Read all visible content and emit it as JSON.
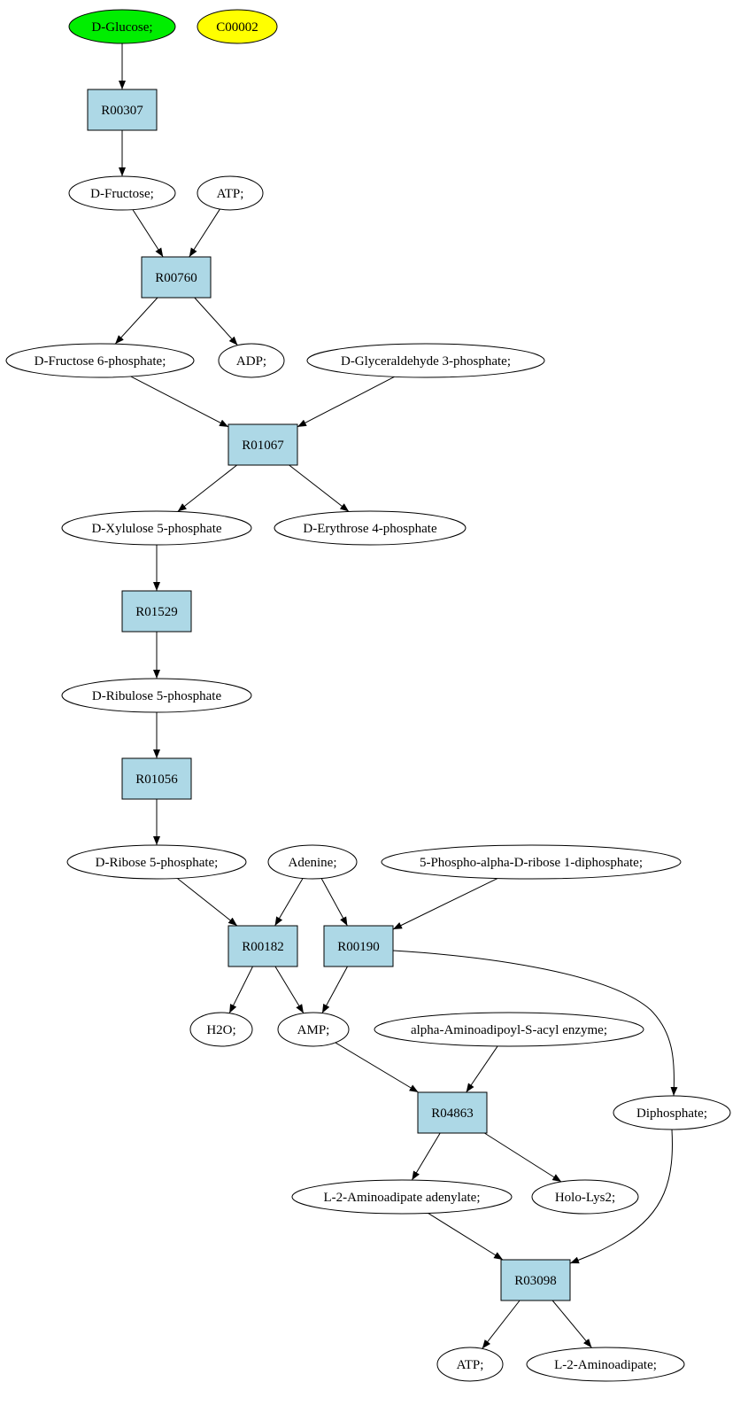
{
  "colors": {
    "start": "#00ee00",
    "target": "#ffff00",
    "reaction": "#add8e6",
    "compound": "#ffffff"
  },
  "nodes": [
    {
      "id": "glucose",
      "label": "D-Glucose;",
      "kind": "compound",
      "fill": "start"
    },
    {
      "id": "c00002",
      "label": "C00002",
      "kind": "compound",
      "fill": "target"
    },
    {
      "id": "r00307",
      "label": "R00307",
      "kind": "reaction"
    },
    {
      "id": "fructose",
      "label": "D-Fructose;",
      "kind": "compound"
    },
    {
      "id": "atp1",
      "label": "ATP;",
      "kind": "compound"
    },
    {
      "id": "r00760",
      "label": "R00760",
      "kind": "reaction"
    },
    {
      "id": "f6p",
      "label": "D-Fructose 6-phosphate;",
      "kind": "compound"
    },
    {
      "id": "adp",
      "label": "ADP;",
      "kind": "compound"
    },
    {
      "id": "g3p",
      "label": "D-Glyceraldehyde 3-phosphate;",
      "kind": "compound"
    },
    {
      "id": "r01067",
      "label": "R01067",
      "kind": "reaction"
    },
    {
      "id": "xu5p",
      "label": "D-Xylulose 5-phosphate",
      "kind": "compound"
    },
    {
      "id": "e4p",
      "label": "D-Erythrose 4-phosphate",
      "kind": "compound"
    },
    {
      "id": "r01529",
      "label": "R01529",
      "kind": "reaction"
    },
    {
      "id": "ru5p",
      "label": "D-Ribulose 5-phosphate",
      "kind": "compound"
    },
    {
      "id": "r01056",
      "label": "R01056",
      "kind": "reaction"
    },
    {
      "id": "r5p",
      "label": "D-Ribose 5-phosphate;",
      "kind": "compound"
    },
    {
      "id": "adenine",
      "label": "Adenine;",
      "kind": "compound"
    },
    {
      "id": "prpp",
      "label": "5-Phospho-alpha-D-ribose 1-diphosphate;",
      "kind": "compound"
    },
    {
      "id": "r00182",
      "label": "R00182",
      "kind": "reaction"
    },
    {
      "id": "r00190",
      "label": "R00190",
      "kind": "reaction"
    },
    {
      "id": "h2o",
      "label": "H2O;",
      "kind": "compound"
    },
    {
      "id": "amp",
      "label": "AMP;",
      "kind": "compound"
    },
    {
      "id": "aasacyl",
      "label": "alpha-Aminoadipoyl-S-acyl enzyme;",
      "kind": "compound"
    },
    {
      "id": "r04863",
      "label": "R04863",
      "kind": "reaction"
    },
    {
      "id": "diphosphate",
      "label": "Diphosphate;",
      "kind": "compound"
    },
    {
      "id": "l2aa_aden",
      "label": "L-2-Aminoadipate adenylate;",
      "kind": "compound"
    },
    {
      "id": "hololys2",
      "label": "Holo-Lys2;",
      "kind": "compound"
    },
    {
      "id": "r03098",
      "label": "R03098",
      "kind": "reaction"
    },
    {
      "id": "atp2",
      "label": "ATP;",
      "kind": "compound"
    },
    {
      "id": "l2aa",
      "label": "L-2-Aminoadipate;",
      "kind": "compound"
    }
  ],
  "edges": [
    {
      "from": "glucose",
      "to": "r00307"
    },
    {
      "from": "r00307",
      "to": "fructose"
    },
    {
      "from": "fructose",
      "to": "r00760"
    },
    {
      "from": "atp1",
      "to": "r00760"
    },
    {
      "from": "r00760",
      "to": "f6p"
    },
    {
      "from": "r00760",
      "to": "adp"
    },
    {
      "from": "f6p",
      "to": "r01067"
    },
    {
      "from": "g3p",
      "to": "r01067"
    },
    {
      "from": "r01067",
      "to": "xu5p"
    },
    {
      "from": "r01067",
      "to": "e4p"
    },
    {
      "from": "xu5p",
      "to": "r01529"
    },
    {
      "from": "r01529",
      "to": "ru5p"
    },
    {
      "from": "ru5p",
      "to": "r01056"
    },
    {
      "from": "r01056",
      "to": "r5p"
    },
    {
      "from": "r5p",
      "to": "r00182"
    },
    {
      "from": "adenine",
      "to": "r00182"
    },
    {
      "from": "adenine",
      "to": "r00190"
    },
    {
      "from": "prpp",
      "to": "r00190"
    },
    {
      "from": "r00182",
      "to": "h2o"
    },
    {
      "from": "r00182",
      "to": "amp"
    },
    {
      "from": "r00190",
      "to": "amp"
    },
    {
      "from": "r00190",
      "to": "diphosphate"
    },
    {
      "from": "amp",
      "to": "r04863"
    },
    {
      "from": "aasacyl",
      "to": "r04863"
    },
    {
      "from": "r04863",
      "to": "l2aa_aden"
    },
    {
      "from": "r04863",
      "to": "hololys2"
    },
    {
      "from": "l2aa_aden",
      "to": "r03098"
    },
    {
      "from": "diphosphate",
      "to": "r03098"
    },
    {
      "from": "r03098",
      "to": "atp2"
    },
    {
      "from": "r03098",
      "to": "l2aa"
    }
  ]
}
